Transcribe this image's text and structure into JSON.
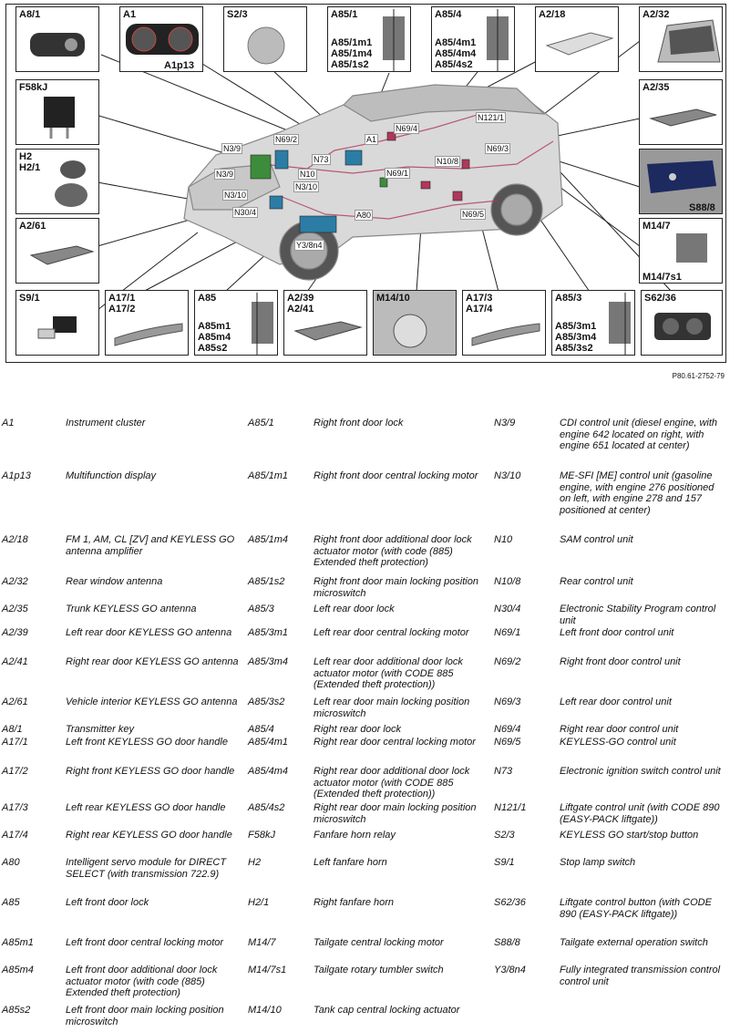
{
  "figure_ref": "P80.61-2752-79",
  "components": [
    {
      "id": "a8-1",
      "lines": [
        "A8/1"
      ]
    },
    {
      "id": "a1",
      "lines": [
        "A1"
      ],
      "extra": "A1p13"
    },
    {
      "id": "s2-3",
      "lines": [
        "S2/3"
      ]
    },
    {
      "id": "a85-1",
      "lines": [
        "A85/1"
      ],
      "extra": "A85/1m1\nA85/1m4\nA85/1s2"
    },
    {
      "id": "a85-4",
      "lines": [
        "A85/4"
      ],
      "extra": "A85/4m1\nA85/4m4\nA85/4s2"
    },
    {
      "id": "a2-18",
      "lines": [
        "A2/18"
      ]
    },
    {
      "id": "a2-32",
      "lines": [
        "A2/32"
      ]
    },
    {
      "id": "f58kj",
      "lines": [
        "F58kJ"
      ]
    },
    {
      "id": "a2-35",
      "lines": [
        "A2/35"
      ]
    },
    {
      "id": "h2",
      "lines": [
        "H2\nH2/1"
      ]
    },
    {
      "id": "s88-8",
      "lines": [
        ""
      ],
      "extra": "S88/8"
    },
    {
      "id": "a2-61",
      "lines": [
        "A2/61"
      ]
    },
    {
      "id": "m14-7",
      "lines": [
        "M14/7"
      ],
      "extra": "M14/7s1"
    },
    {
      "id": "s9-1",
      "lines": [
        "S9/1"
      ]
    },
    {
      "id": "a17-1",
      "lines": [
        "A17/1\nA17/2"
      ]
    },
    {
      "id": "a85",
      "lines": [
        "A85"
      ],
      "extra": "A85m1\nA85m4\nA85s2"
    },
    {
      "id": "a2-39",
      "lines": [
        "A2/39\nA2/41"
      ]
    },
    {
      "id": "m14-10",
      "lines": [
        "M14/10"
      ]
    },
    {
      "id": "a17-3",
      "lines": [
        "A17/3\nA17/4"
      ]
    },
    {
      "id": "a85-3",
      "lines": [
        "A85/3"
      ],
      "extra": "A85/3m1\nA85/3m4\nA85/3s2"
    },
    {
      "id": "s62-36",
      "lines": [
        "S62/36"
      ]
    }
  ],
  "callouts": [
    "N69/2",
    "N3/9",
    "N73",
    "A1",
    "N69/4",
    "N121/1",
    "N69/3",
    "N3/9",
    "N10",
    "N69/1",
    "N3/10",
    "N10/8",
    "N3/10",
    "N30/4",
    "A80",
    "N69/5",
    "Y3/8n4"
  ],
  "legend": [
    [
      [
        "A1",
        "Instrument cluster"
      ],
      [
        "A1p13",
        "Multifunction display"
      ],
      [
        "A2/18",
        "FM 1, AM, CL [ZV] and KEYLESS GO antenna amplifier"
      ],
      [
        "A2/32",
        "Rear window antenna"
      ],
      [
        "A2/35",
        "Trunk KEYLESS GO antenna"
      ],
      [
        "A2/39",
        "Left rear door KEYLESS GO antenna"
      ],
      [
        "A2/41",
        "Right rear door KEYLESS GO antenna"
      ],
      [
        "A2/61",
        "Vehicle interior KEYLESS GO antenna"
      ],
      [
        "A8/1",
        "Transmitter key"
      ],
      [
        "A17/1",
        "Left front KEYLESS GO door handle"
      ],
      [
        "A17/2",
        "Right front KEYLESS GO door handle"
      ],
      [
        "A17/3",
        "Left rear KEYLESS GO door handle"
      ],
      [
        "A17/4",
        "Right rear KEYLESS GO door handle"
      ],
      [
        "A80",
        "Intelligent servo module for DIRECT SELECT (with transmission 722.9)"
      ],
      [
        "A85",
        "Left front door lock"
      ],
      [
        "A85m1",
        "Left front door central locking motor"
      ],
      [
        "A85m4",
        "Left front door additional door lock actuator motor (with code (885) Extended theft protection)"
      ],
      [
        "A85s2",
        "Left front door main locking position microswitch"
      ]
    ],
    [
      [
        "A85/1",
        "Right front door lock"
      ],
      [
        "A85/1m1",
        "Right front door central locking motor"
      ],
      [
        "A85/1m4",
        "Right front door additional door lock actuator motor (with code (885) Extended theft protection)"
      ],
      [
        "A85/1s2",
        "Right front door main locking position microswitch"
      ],
      [
        "A85/3",
        "Left rear door lock"
      ],
      [
        "A85/3m1",
        "Left rear door central locking motor"
      ],
      [
        "A85/3m4",
        "Left rear door additional door lock actuator motor (with CODE 885 (Extended theft protection))"
      ],
      [
        "A85/3s2",
        "Left rear door main locking position microswitch"
      ],
      [
        "A85/4",
        "Right rear door lock"
      ],
      [
        "A85/4m1",
        "Right rear door central locking motor"
      ],
      [
        "A85/4m4",
        "Right rear door additional door lock actuator motor (with CODE 885 (Extended theft protection))"
      ],
      [
        "A85/4s2",
        "Right rear door main locking position microswitch"
      ],
      [
        "F58kJ",
        "Fanfare horn relay"
      ],
      [
        "H2",
        "Left fanfare horn"
      ],
      [
        "H2/1",
        "Right fanfare horn"
      ],
      [
        "M14/7",
        "Tailgate central locking motor"
      ],
      [
        "M14/7s1",
        "Tailgate rotary tumbler switch"
      ],
      [
        "M14/10",
        "Tank cap central locking actuator"
      ]
    ],
    [
      [
        "N3/9",
        "CDI control unit (diesel engine, with engine 642 located on right, with engine 651 located at center)"
      ],
      [
        "N3/10",
        "ME-SFI [ME] control unit (gasoline engine, with engine 276 positioned on left, with engine 278 and 157 positioned at center)"
      ],
      [
        "N10",
        "SAM control unit"
      ],
      [
        "N10/8",
        "Rear control unit"
      ],
      [
        "N30/4",
        "Electronic Stability Program control unit"
      ],
      [
        "N69/1",
        "Left front door control unit"
      ],
      [
        "N69/2",
        "Right front door control unit"
      ],
      [
        "N69/3",
        "Left rear door control unit"
      ],
      [
        "N69/4",
        "Right rear door control unit"
      ],
      [
        "N69/5",
        "KEYLESS-GO control unit"
      ],
      [
        "N73",
        "Electronic ignition switch control unit"
      ],
      [
        "N121/1",
        "Liftgate control unit (with CODE 890 (EASY-PACK liftgate))"
      ],
      [
        "S2/3",
        "KEYLESS GO start/stop button"
      ],
      [
        "S9/1",
        "Stop lamp switch"
      ],
      [
        "S62/36",
        "Liftgate control button (with CODE 890 (EASY-PACK liftgate))"
      ],
      [
        "S88/8",
        "Tailgate external operation switch"
      ],
      [
        "Y3/8n4",
        "Fully integrated transmission control control unit"
      ]
    ]
  ]
}
